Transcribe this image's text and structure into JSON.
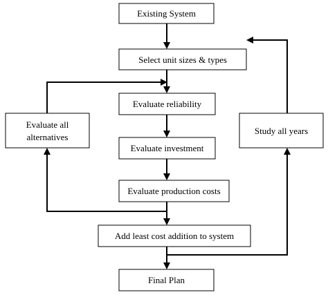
{
  "diagram": {
    "nodes": {
      "existing_system": "Existing System",
      "select_unit": "Select unit sizes & types",
      "evaluate_reliability": "Evaluate reliability",
      "evaluate_investment": "Evaluate investment",
      "evaluate_production": "Evaluate production costs",
      "add_least_cost": "Add least cost addition to system",
      "final_plan": "Final Plan",
      "evaluate_all_line1": "Evaluate all",
      "evaluate_all_line2": "alternatives",
      "study_all_years": "Study all years"
    },
    "colors": {
      "stroke": "#000000",
      "fill": "#ffffff",
      "text": "#000000"
    }
  }
}
